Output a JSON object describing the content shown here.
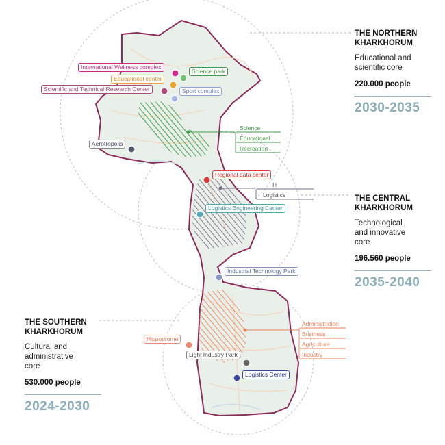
{
  "colors": {
    "outline": "#8c2a5a",
    "land": "#e9efe9",
    "circle": "#b8c4c4",
    "accent_years": "#8aaeb8",
    "green": "#3f9a48",
    "purple": "#7a6b8a",
    "red": "#e03a3a",
    "orange": "#f08055",
    "teal": "#55a7b5"
  },
  "zones": {
    "northern": {
      "title_line1": "THE NORTHERN",
      "title_line2": "KHARKHORUM",
      "subtitle_line1": "Educational and",
      "subtitle_line2": "scientific core",
      "population": "220.000 people",
      "years": "2030-2035"
    },
    "central": {
      "title_line1": "THE CENTRAL",
      "title_line2": "KHARKHORUM",
      "subtitle_line1": "Technological",
      "subtitle_line2": "and innovative",
      "subtitle_line3": "core",
      "population": "196.560 people",
      "years": "2035-2040"
    },
    "southern": {
      "title_line1": "THE SOUTHERN",
      "title_line2": "KHARKHORUM",
      "subtitle_line1": "Cultural and",
      "subtitle_line2": "administrative",
      "subtitle_line3": "core",
      "population": "530.000 people",
      "years": "2024-2030"
    }
  },
  "places": [
    {
      "id": "international-wellness-complex",
      "label": "International Wellness complex",
      "color": "#d1288a"
    },
    {
      "id": "science-park",
      "label": "Science park",
      "color": "#3f9a48"
    },
    {
      "id": "educational-center",
      "label": "Educational center",
      "color": "#f0a030"
    },
    {
      "id": "scientific-technical-research-center",
      "label": "Scientific and Technical Research Center",
      "color": "#b04a78"
    },
    {
      "id": "sport-complex",
      "label": "Sport complex",
      "color": "#6f86c8"
    },
    {
      "id": "aerotropolis",
      "label": "Aerotropolis",
      "color": "#555a70"
    },
    {
      "id": "regional-data-center",
      "label": "Regional data center",
      "color": "#e03a3a"
    },
    {
      "id": "logistics-engineering-center",
      "label": "Logistics Engineering Center",
      "color": "#55a7b5"
    },
    {
      "id": "industrial-technology-park",
      "label": "Industrial Technology Park",
      "color": "#6f86b0"
    },
    {
      "id": "hippodrome",
      "label": "Hippodrome",
      "color": "#f08a70"
    },
    {
      "id": "light-industry-park",
      "label": "Light Industry Park",
      "color": "#555555"
    },
    {
      "id": "logistics-center",
      "label": "Logistics Center",
      "color": "#3a4aa0"
    }
  ],
  "categories": {
    "northern": [
      "Science",
      "Educational",
      "Recreation"
    ],
    "central": [
      "IT",
      "Logistics"
    ],
    "southern": [
      "Administration",
      "Business",
      "Agriculture",
      "Industry"
    ]
  }
}
